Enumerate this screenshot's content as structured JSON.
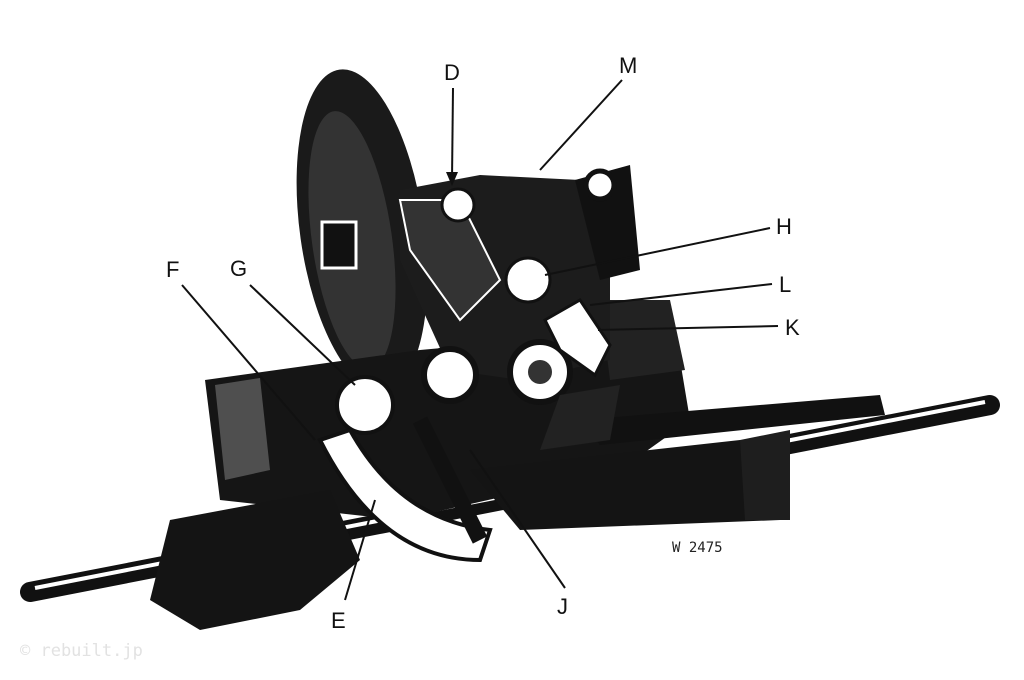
{
  "diagram": {
    "labels": {
      "D": "D",
      "M": "M",
      "H": "H",
      "L": "L",
      "K": "K",
      "F": "F",
      "G": "G",
      "E": "E",
      "J": "J"
    },
    "plate_mark": "W 2475",
    "watermark": "© rebuilt.jp"
  },
  "colors": {
    "ink": "#111111",
    "paper": "#ffffff",
    "watermark": "#e2e2e2"
  }
}
